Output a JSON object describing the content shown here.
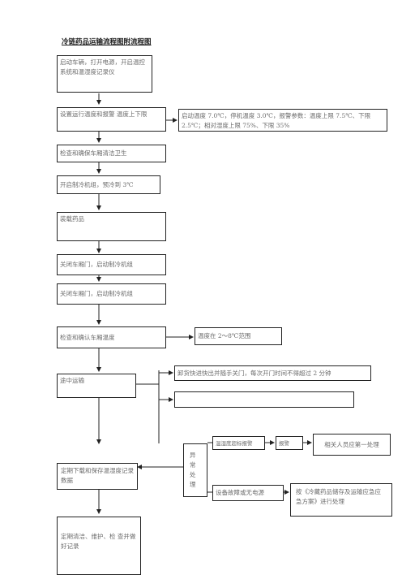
{
  "title": "冷链药品运输流程图附流程图",
  "steps": {
    "start_vehicle": "启动车辆，打开电源，开启温控系统和温湿度记录仪",
    "set_temp": "设置运行温度和报警  温度上下限",
    "set_temp_params": "启动温度 7.0℃，停机温度 3.0℃，报警参数：温度上限 7.5℃、下限 2.5℃；相对湿度上限 75%、下限 35%",
    "check_hygiene": "检查和确保车厢清洁卫生",
    "precool": "开启制冷机组，预冷到 3℃",
    "load": "装载药品",
    "close_door_1": "关闭车厢门，启动制冷机组",
    "close_door_2": "关闭车厢门，启动制冷机组",
    "check_temp": "检查和确认车厢温度",
    "temp_range": "温度在 2～8℃范围",
    "in_transit": "途中运输",
    "unload_note": "卸货快进快出并随手关门，每次开门时间不得超过 2 分钟",
    "blank_note": "",
    "abnormal": "异常处理",
    "abnormal_top_left": "温湿度超标报警",
    "abnormal_top_mid": "报警",
    "first_handler": "相关人员应第一处理",
    "equipment_fault": "设备故障或无电源",
    "emergency_plan": "按《冷藏药品储存及运输应急应急方案》进行处理",
    "download_record": "定期下载和保存温湿度记录数据",
    "maintain": "定期清洁、维护、检  查并做好记录"
  }
}
